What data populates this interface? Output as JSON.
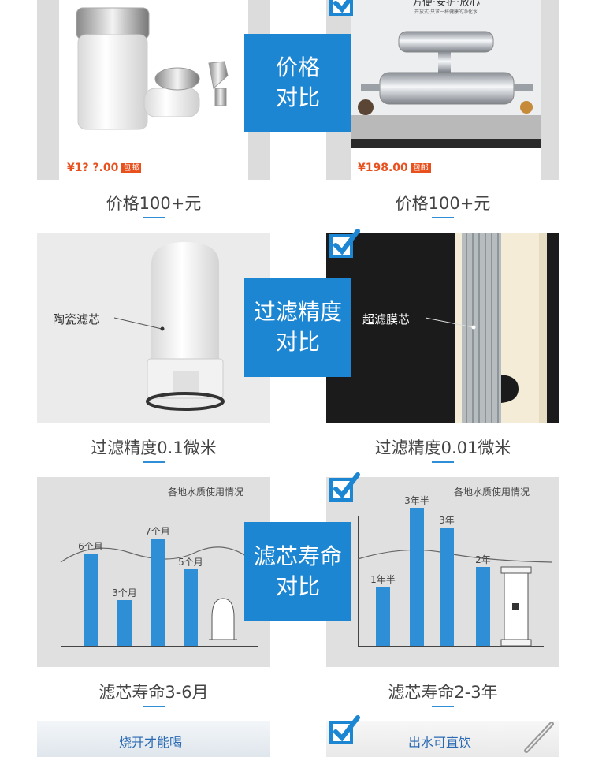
{
  "price_compare": {
    "badge": [
      "价格",
      "对比"
    ],
    "left": {
      "price": "¥1? ?.00",
      "tag": "包邮",
      "label": "价格100+元"
    },
    "right": {
      "header": "方便·安护·放心",
      "sub": "开放式·只求一杯健康的净化水",
      "price": "¥198.00",
      "tag": "包邮",
      "label": "价格100+元"
    }
  },
  "filter_compare": {
    "badge": [
      "过滤精度",
      "对比"
    ],
    "left": {
      "annotation": "陶瓷滤芯",
      "label": "过滤精度0.1微米"
    },
    "right": {
      "annotation": "超滤膜芯",
      "label": "过滤精度0.01微米"
    }
  },
  "life_compare": {
    "badge": [
      "滤芯寿命",
      "对比"
    ],
    "left": {
      "label": "滤芯寿命3-6月"
    },
    "right": {
      "label": "滤芯寿命2-3年"
    }
  },
  "chart_data": [
    {
      "type": "bar",
      "title": "各地水质使用情况",
      "categories": [
        "6个月",
        "3个月",
        "7个月",
        "5个月"
      ],
      "values": [
        6,
        3,
        7,
        5
      ]
    },
    {
      "type": "bar",
      "title": "各地水质使用情况",
      "categories": [
        "1年半",
        "3年半",
        "3年",
        "2年"
      ],
      "values": [
        1.5,
        3.5,
        3,
        2
      ]
    }
  ],
  "bottom": {
    "left": "烧开才能喝",
    "right": "出水可直饮"
  },
  "colors": {
    "accent": "#1d86d2",
    "price": "#e8501e",
    "bar": "#2e8fd6"
  }
}
